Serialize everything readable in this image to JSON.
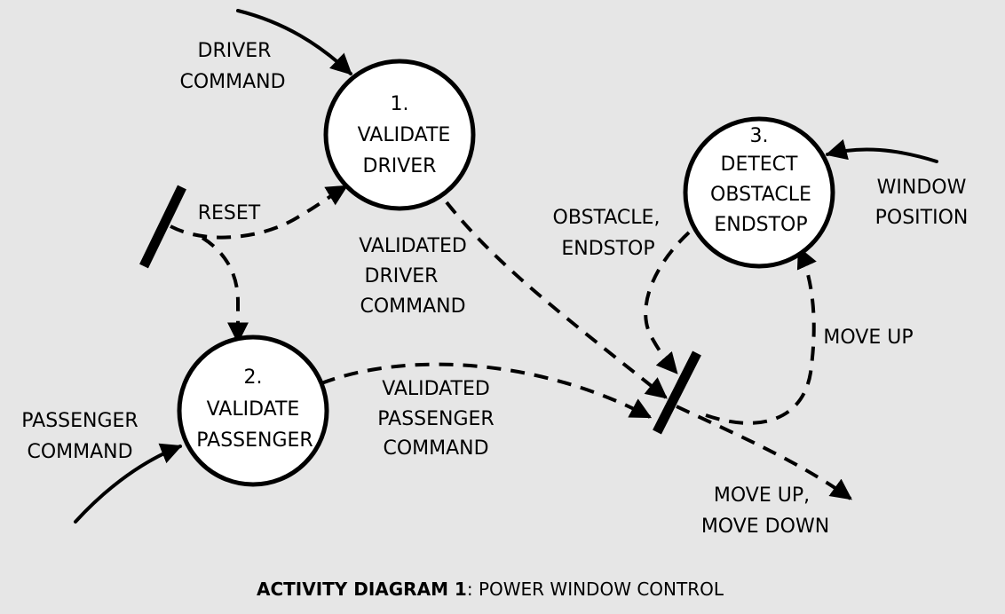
{
  "nodes": [
    {
      "number": "1.",
      "line1": "VALIDATE",
      "line2": "DRIVER",
      "line3": ""
    },
    {
      "number": "2.",
      "line1": "VALIDATE",
      "line2": "PASSENGER",
      "line3": ""
    },
    {
      "number": "3.",
      "line1": "DETECT",
      "line2": "OBSTACLE",
      "line3": "ENDSTOP"
    }
  ],
  "flows": {
    "driver_command": [
      "DRIVER",
      "COMMAND"
    ],
    "passenger_command": [
      "PASSENGER",
      "COMMAND"
    ],
    "reset": [
      "RESET"
    ],
    "validated_driver_command": [
      "VALIDATED",
      "DRIVER",
      "COMMAND"
    ],
    "validated_passenger_command": [
      "VALIDATED",
      "PASSENGER",
      "COMMAND"
    ],
    "obstacle_endstop": [
      "OBSTACLE,",
      "ENDSTOP"
    ],
    "window_position": [
      "WINDOW",
      "POSITION"
    ],
    "move_up": [
      "MOVE UP"
    ],
    "move_up_move_down": [
      "MOVE UP,",
      "MOVE DOWN"
    ]
  },
  "caption": {
    "bold": "ACTIVITY DIAGRAM 1",
    "rest": ": POWER WINDOW CONTROL"
  },
  "colors": {
    "background": "#e6e6e6",
    "ink": "#000000",
    "node_fill": "#ffffff"
  }
}
